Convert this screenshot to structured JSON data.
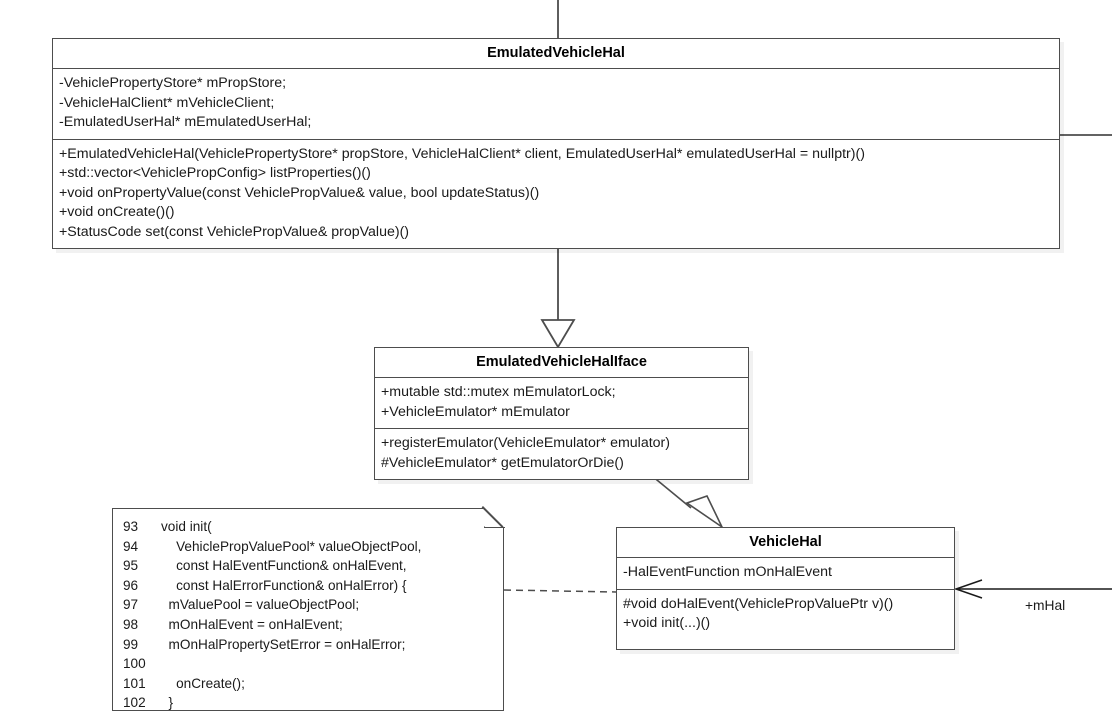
{
  "diagram": {
    "type": "uml-class-diagram",
    "line_color": "#4d4d4d",
    "background": "#ffffff"
  },
  "classes": [
    {
      "id": "emulated-vehicle-hal",
      "title": "EmulatedVehicleHal",
      "attributes": [
        "-VehiclePropertyStore* mPropStore;",
        "-VehicleHalClient* mVehicleClient;",
        "-EmulatedUserHal* mEmulatedUserHal;"
      ],
      "operations": [
        "+EmulatedVehicleHal(VehiclePropertyStore* propStore, VehicleHalClient* client, EmulatedUserHal* emulatedUserHal = nullptr)()",
        "+std::vector<VehiclePropConfig>  listProperties()()",
        "+void onPropertyValue(const VehiclePropValue& value, bool updateStatus)()",
        "+void onCreate()()",
        "+StatusCode set(const VehiclePropValue& propValue)()"
      ]
    },
    {
      "id": "emulated-vehicle-hal-iface",
      "title": "EmulatedVehicleHalIface",
      "attributes": [
        "+mutable std::mutex mEmulatorLock;",
        "+VehicleEmulator* mEmulator"
      ],
      "operations": [
        "+registerEmulator(VehicleEmulator* emulator)",
        "#VehicleEmulator* getEmulatorOrDie()"
      ]
    },
    {
      "id": "vehicle-hal",
      "title": "VehicleHal",
      "attributes": [
        "-HalEventFunction mOnHalEvent"
      ],
      "operations": [
        "#void doHalEvent(VehiclePropValuePtr v)()",
        "+void init(...)()"
      ]
    }
  ],
  "note": {
    "id": "init-code-note",
    "lines": [
      {
        "number": "93",
        "code": "void init("
      },
      {
        "number": "94",
        "code": "    VehiclePropValuePool* valueObjectPool,"
      },
      {
        "number": "95",
        "code": "    const HalEventFunction& onHalEvent,"
      },
      {
        "number": "96",
        "code": "    const HalErrorFunction& onHalError) {"
      },
      {
        "number": "97",
        "code": "  mValuePool = valueObjectPool;"
      },
      {
        "number": "98",
        "code": "  mOnHalEvent = onHalEvent;"
      },
      {
        "number": "99",
        "code": "  mOnHalPropertySetError = onHalError;"
      },
      {
        "number": "100",
        "code": ""
      },
      {
        "number": "101",
        "code": "    onCreate();"
      },
      {
        "number": "102",
        "code": "  }"
      }
    ]
  },
  "edges": [
    {
      "id": "edge-top-incoming",
      "kind": "line",
      "label": ""
    },
    {
      "id": "edge-right-outgoing",
      "kind": "line",
      "label": ""
    },
    {
      "id": "edge-hal-to-iface",
      "kind": "generalization",
      "label": ""
    },
    {
      "id": "edge-iface-to-vehiclehal",
      "kind": "generalization",
      "label": ""
    },
    {
      "id": "edge-note-to-vehiclehal",
      "kind": "dependency-dashed",
      "label": ""
    },
    {
      "id": "edge-mhal",
      "kind": "association-arrow",
      "label": "+mHal"
    }
  ]
}
